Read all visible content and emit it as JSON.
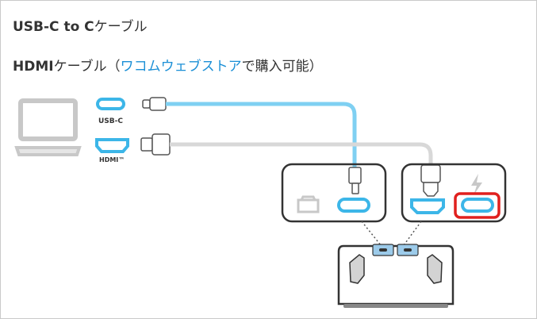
{
  "heading": {
    "usb_bold": "USB-C to C",
    "usb_rest": "ケーブル",
    "hdmi_bold": "HDMI",
    "hdmi_pre": "ケーブル（",
    "store_link": "ワコムウェブストア",
    "hdmi_post": "で購入可能）"
  },
  "diagram": {
    "usbc_label": "USB-C",
    "hdmi_label": "HDMI™",
    "colors": {
      "port_blue": "#3cb6e8",
      "cable_blue": "#7fd0f2",
      "cable_gray": "#d8d8d8",
      "highlight_red": "#e0201e",
      "outline_dark": "#333333",
      "laptop_gray": "#c8c8c8"
    },
    "icons": [
      "laptop-icon",
      "usbc-port-icon",
      "hdmi-port-icon",
      "lightning-icon"
    ]
  }
}
